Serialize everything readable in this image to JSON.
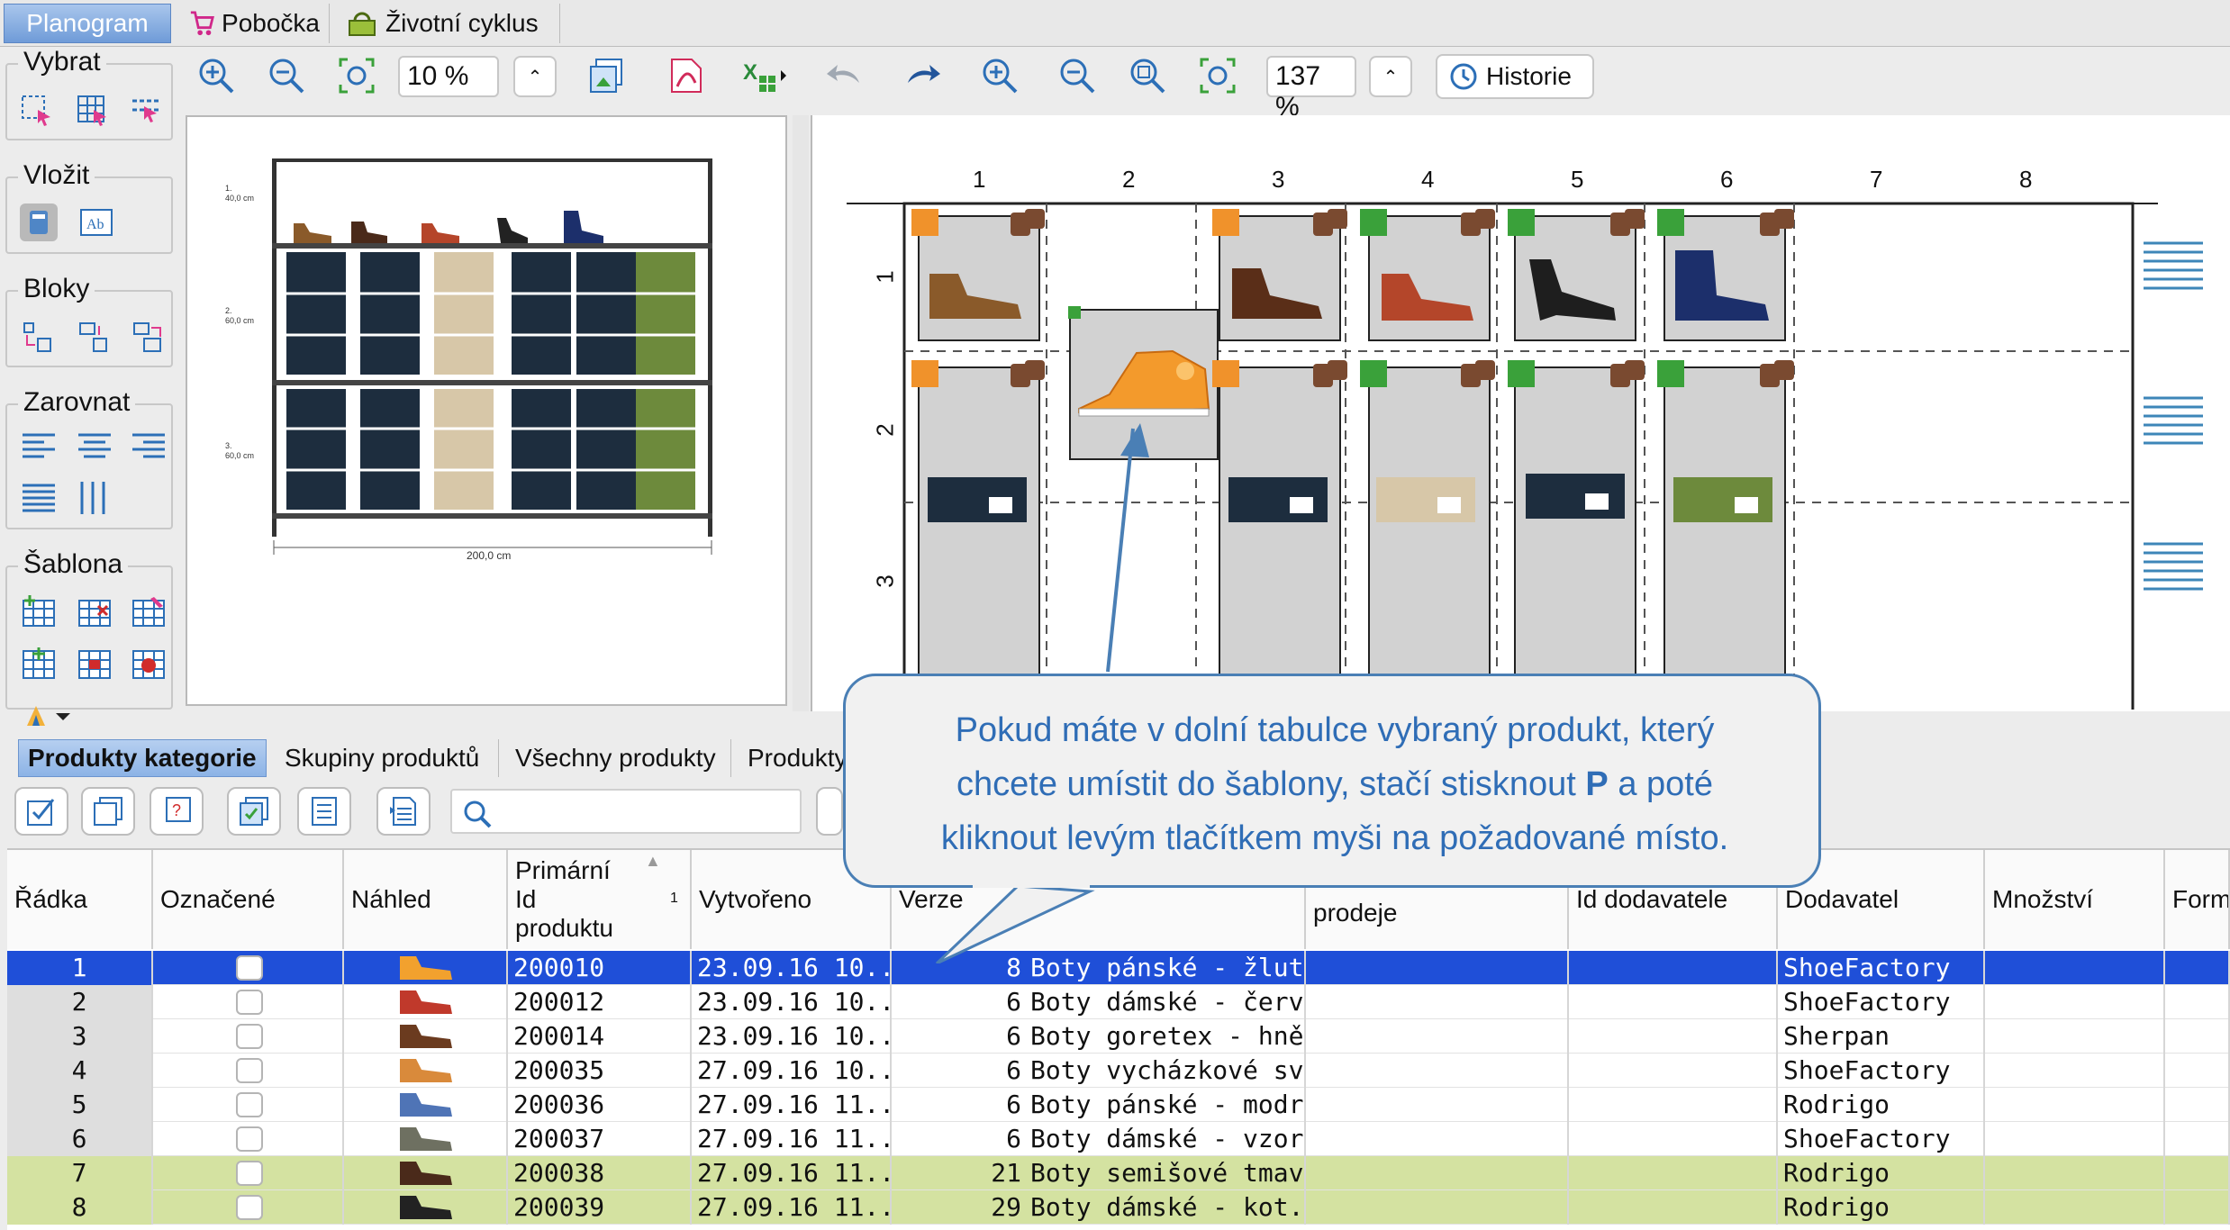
{
  "tabs": [
    {
      "label": "Planogram",
      "active": true
    },
    {
      "label": "Pobočka",
      "active": false
    },
    {
      "label": "Životní cyklus",
      "active": false
    }
  ],
  "groups": {
    "vybrat": "Vybrat",
    "vlozit": "Vložit",
    "bloky": "Bloky",
    "zarovnat": "Zarovnat",
    "sablona": "Šablona"
  },
  "toolbar": {
    "zoom_left": "10 %",
    "zoom_right": "137 %",
    "history_label": "Historie"
  },
  "preview": {
    "row_labels": [
      "1.\n40,0 cm",
      "2.\n60,0 cm",
      "3.\n60,0 cm"
    ],
    "width_label": "200,0 cm"
  },
  "editor": {
    "columns": [
      "1",
      "2",
      "3",
      "4",
      "5",
      "6",
      "7",
      "8"
    ],
    "rows": [
      "1",
      "2",
      "3"
    ]
  },
  "bottom_tabs": [
    {
      "label": "Produkty kategorie",
      "active": true
    },
    {
      "label": "Skupiny produktů",
      "active": false
    },
    {
      "label": "Všechny produkty",
      "active": false
    },
    {
      "label": "Produkty",
      "active": false
    }
  ],
  "search": {
    "placeholder": ""
  },
  "table": {
    "headers": {
      "radka": "Řádka",
      "oznacene": "Označené",
      "nahled": "Náhled",
      "primarni_id": "Primární\nId\nproduktu",
      "sort_index": "1",
      "vytvoreno": "Vytvořeno",
      "verze": "Verze",
      "prodeje": "prodeje",
      "id_dodavatele": "Id dodavatele",
      "dodavatel": "Dodavatel",
      "mnozstvi": "Množství",
      "form": "Form"
    },
    "rows": [
      {
        "n": "1",
        "id": "200010",
        "created": "23.09.16 10...",
        "ver": "8",
        "name": "Boty pánské - žluté",
        "supplier": "ShoeFactory",
        "state": "sel",
        "shoe": "#f2a12e"
      },
      {
        "n": "2",
        "id": "200012",
        "created": "23.09.16 10...",
        "ver": "6",
        "name": "Boty dámské - červ...",
        "supplier": "ShoeFactory",
        "state": "",
        "shoe": "#c0392b"
      },
      {
        "n": "3",
        "id": "200014",
        "created": "23.09.16 10...",
        "ver": "6",
        "name": "Boty goretex - hnědé",
        "supplier": "Sherpan",
        "state": "",
        "shoe": "#6b3b1f"
      },
      {
        "n": "4",
        "id": "200035",
        "created": "27.09.16 10...",
        "ver": "6",
        "name": "Boty vycházkové sv...",
        "supplier": "ShoeFactory",
        "state": "",
        "shoe": "#d98a3b"
      },
      {
        "n": "5",
        "id": "200036",
        "created": "27.09.16 11...",
        "ver": "6",
        "name": "Boty pánské - modré",
        "supplier": "Rodrigo",
        "state": "",
        "shoe": "#4f74b6"
      },
      {
        "n": "6",
        "id": "200037",
        "created": "27.09.16 11...",
        "ver": "6",
        "name": "Boty dámské - vzor",
        "supplier": "ShoeFactory",
        "state": "",
        "shoe": "#6e7061"
      },
      {
        "n": "7",
        "id": "200038",
        "created": "27.09.16 11...",
        "ver": "21",
        "name": "Boty semišové tmavé",
        "supplier": "Rodrigo",
        "state": "hl",
        "shoe": "#4a2a1a"
      },
      {
        "n": "8",
        "id": "200039",
        "created": "27.09.16 11...",
        "ver": "29",
        "name": "Boty dámské - kot...",
        "supplier": "Rodrigo",
        "state": "hl",
        "shoe": "#222222"
      }
    ]
  },
  "callout": {
    "line1": "Pokud máte v dolní tabulce vybraný produkt, který",
    "line2_pre": "chcete umístit do šablony, stačí stisknout ",
    "line2_key": "P",
    "line2_post": " a poté",
    "line3": "kliknout levým tlačítkem myši na požadované místo."
  },
  "colors": {
    "accent": "#2f6db6",
    "selected_row": "#1f4fd8",
    "highlight_row": "#d4e2a1",
    "tag_orange": "#f0922b",
    "tag_green": "#3aa13a"
  }
}
